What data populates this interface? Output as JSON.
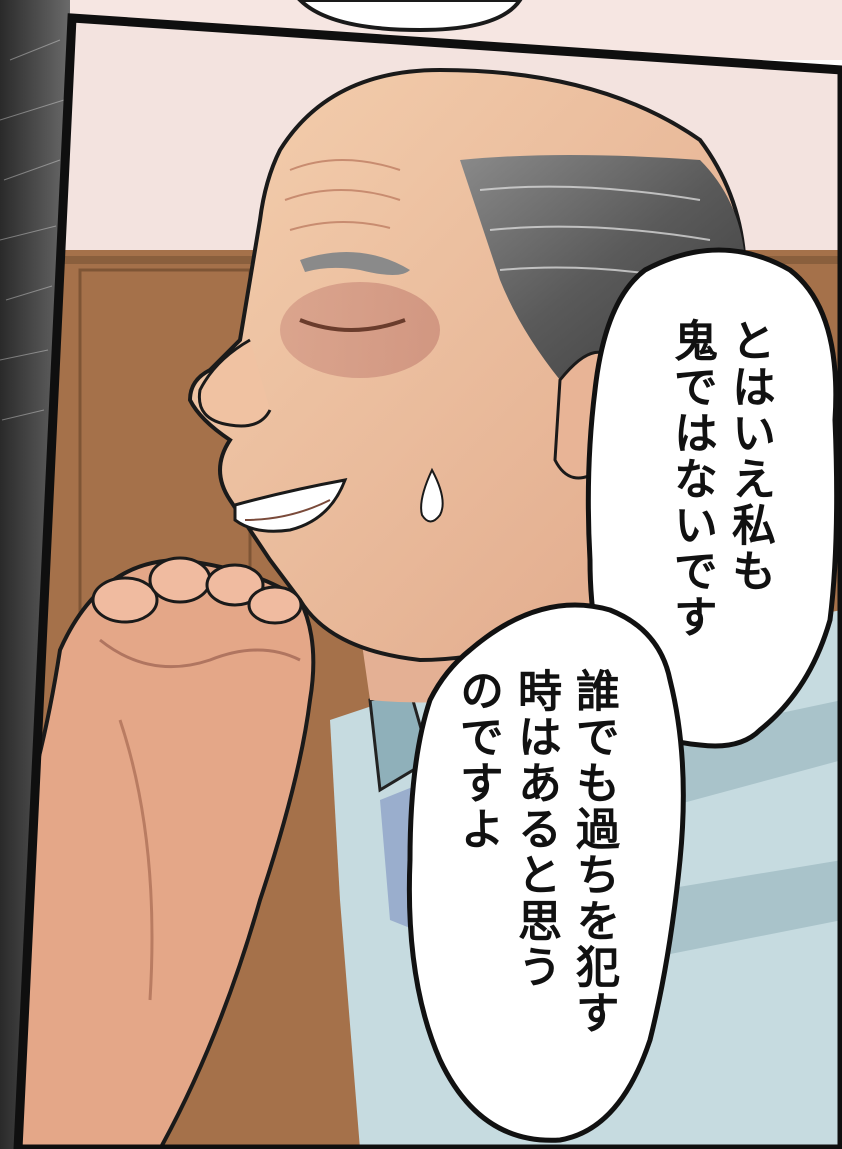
{
  "speech_bubbles": [
    {
      "lines": [
        "とはいえ私も",
        "鬼ではないです"
      ]
    },
    {
      "lines": [
        "誰でも過ちを犯す",
        "時はあると思う",
        "のですよ"
      ]
    }
  ]
}
